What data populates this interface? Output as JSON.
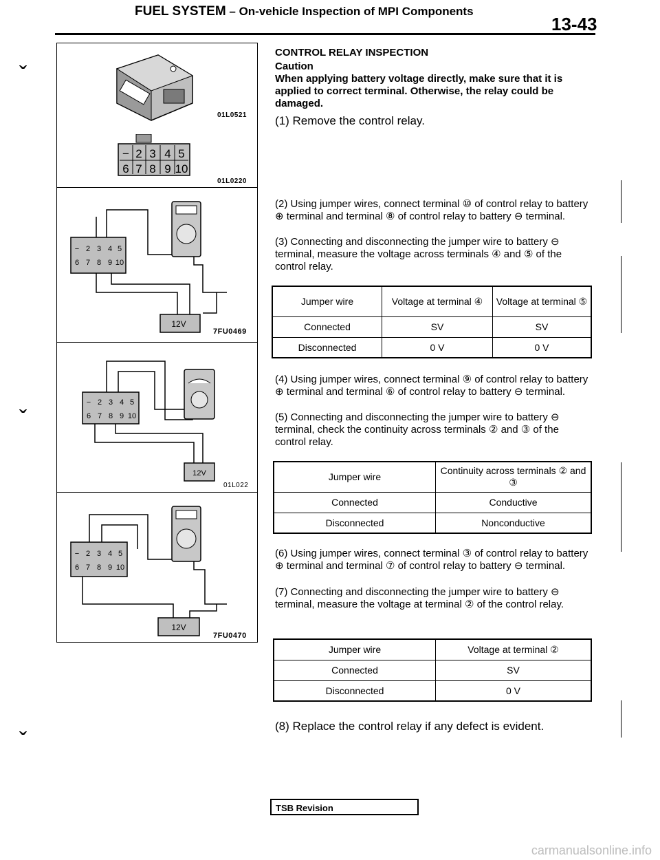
{
  "header": {
    "section": "FUEL SYSTEM",
    "separator": " – ",
    "subtitle": "On-vehicle Inspection of MPI Components",
    "page_number": "13-43"
  },
  "figures": {
    "fig1_code": "01L0521",
    "fig2_code": "01L0220",
    "fig3_code": "7FU0469",
    "fig4_code": "01L022",
    "fig5_code": "7FU0470",
    "connector_pins_top": [
      "−",
      "2",
      "3",
      "4",
      "5"
    ],
    "connector_pins_bottom": [
      "6",
      "7",
      "8",
      "9",
      "10"
    ],
    "battery_12v": "12V",
    "battery_minus": "−",
    "battery_plus": "+"
  },
  "content": {
    "section_title": "CONTROL RELAY INSPECTION",
    "caution_title": "Caution",
    "caution_text": "When applying battery voltage directly, make sure that it is applied to correct terminal. Otherwise, the relay could be damaged.",
    "step1": "(1) Remove the control relay.",
    "step2": "(2) Using jumper wires, connect terminal ⑩ of control relay to battery ⊕ terminal and terminal ⑧ of control relay to battery ⊖ terminal.",
    "step3": "(3) Connecting and disconnecting the jumper wire to battery ⊖ terminal, measure the voltage across terminals ④ and ⑤ of the control relay.",
    "step4": "(4) Using jumper wires, connect terminal ⑨ of control relay to battery ⊕ terminal and terminal ⑥ of control relay to battery ⊖ terminal.",
    "step5": "(5) Connecting and disconnecting the jumper wire to battery ⊖ terminal, check the continuity across terminals ② and ③ of the control relay.",
    "step6": "(6) Using jumper wires, connect terminal ③ of control relay to battery ⊕ terminal and terminal ⑦ of control relay to battery ⊖ terminal.",
    "step7": "(7) Connecting and disconnecting the jumper wire to battery ⊖ terminal, measure the voltage at terminal ② of the control relay.",
    "step8": "(8) Replace the control relay if any defect is evident."
  },
  "table1": {
    "headers": [
      "Jumper wire",
      "Voltage at terminal ④",
      "Voltage at terminal ⑤"
    ],
    "rows": [
      [
        "Connected",
        "SV",
        "SV"
      ],
      [
        "Disconnected",
        "0 V",
        "0 V"
      ]
    ]
  },
  "table2": {
    "headers": [
      "Jumper wire",
      "Continuity across terminals ② and ③"
    ],
    "rows": [
      [
        "Connected",
        "Conductive"
      ],
      [
        "Disconnected",
        "Nonconductive"
      ]
    ]
  },
  "table3": {
    "headers": [
      "Jumper wire",
      "Voltage at terminal ②"
    ],
    "rows": [
      [
        "Connected",
        "SV"
      ],
      [
        "Disconnected",
        "0 V"
      ]
    ]
  },
  "footer": {
    "tsb_label": "TSB Revision",
    "watermark": "carmanualsonline.info"
  }
}
